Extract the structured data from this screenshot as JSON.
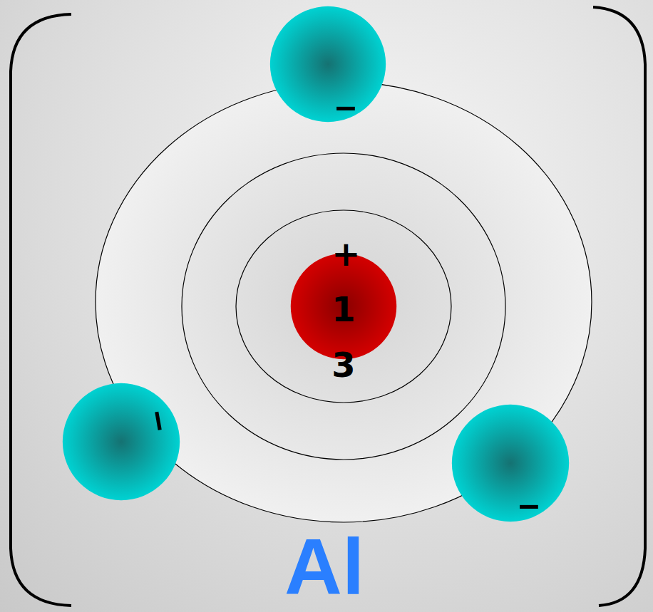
{
  "diagram": {
    "nodes": [
      {
        "text": [
          "–"
        ]
      },
      {
        "text": [
          "+13"
        ]
      },
      {
        "text": [
          "–"
        ]
      },
      {
        "text": [
          "–"
        ]
      }
    ],
    "labels": [
      "Al"
    ]
  }
}
